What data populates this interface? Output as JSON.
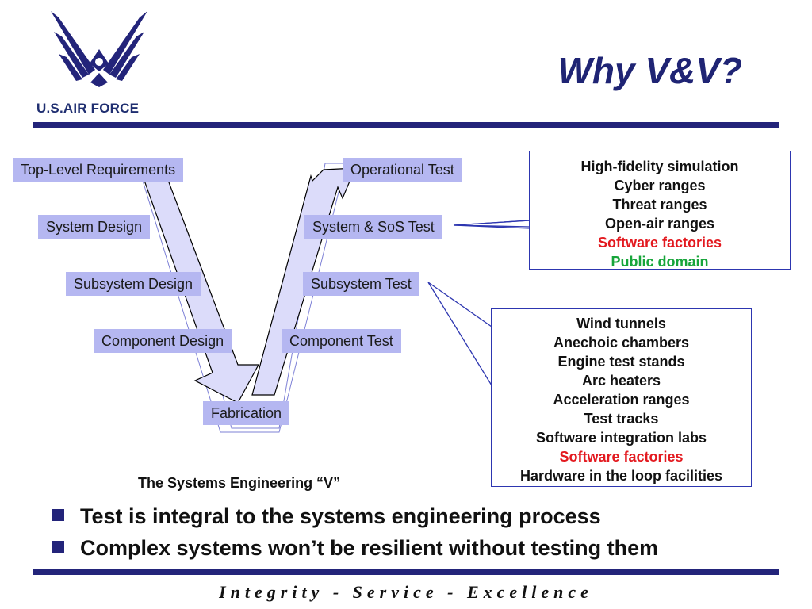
{
  "header": {
    "logo_text": "U.S.AIR FORCE",
    "title": "Why V&V?"
  },
  "colors": {
    "navy": "#23247a",
    "box_fill": "#b5b7f1",
    "connector": "#2d36b0",
    "red": "#e3191f",
    "green": "#17a53a"
  },
  "diagram": {
    "left_steps": [
      "Top-Level Requirements",
      "System Design",
      "Subsystem Design",
      "Component Design"
    ],
    "bottom_step": "Fabrication",
    "right_steps": [
      "Operational Test",
      "System & SoS Test",
      "Subsystem Test",
      "Component Test"
    ],
    "caption": "The Systems Engineering “V”"
  },
  "test_capabilities_upper": [
    {
      "text": "High-fidelity simulation",
      "color": "black"
    },
    {
      "text": "Cyber ranges",
      "color": "black"
    },
    {
      "text": "Threat ranges",
      "color": "black"
    },
    {
      "text": "Open-air ranges",
      "color": "black"
    },
    {
      "text": "Software factories",
      "color": "red"
    },
    {
      "text": "Public domain",
      "color": "green"
    }
  ],
  "test_capabilities_lower": [
    {
      "text": "Wind tunnels",
      "color": "black"
    },
    {
      "text": "Anechoic chambers",
      "color": "black"
    },
    {
      "text": "Engine test stands",
      "color": "black"
    },
    {
      "text": "Arc heaters",
      "color": "black"
    },
    {
      "text": "Acceleration ranges",
      "color": "black"
    },
    {
      "text": "Test tracks",
      "color": "black"
    },
    {
      "text": "Software integration labs",
      "color": "black"
    },
    {
      "text": "Software factories",
      "color": "red"
    },
    {
      "text": "Hardware in the loop facilities",
      "color": "black"
    }
  ],
  "bullets": [
    "Test is integral to the systems engineering process",
    "Complex systems won’t be resilient without testing them"
  ],
  "footer": "Integrity - Service - Excellence"
}
